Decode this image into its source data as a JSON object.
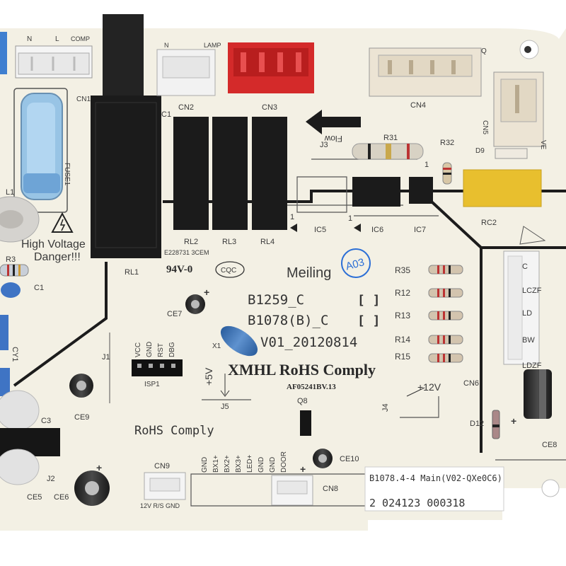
{
  "board": {
    "brand": "Meiling",
    "revision_badge": "A03",
    "part_number_1": "B1259_C",
    "part_number_2": "B1078(B)_C",
    "version": "V01_20120814",
    "compliance": "XMHL RoHS Comply",
    "pcb_code": "AF05241BV.13",
    "rohs_text": "RoHS Comply",
    "flame_rating": "94V-0",
    "cert_mark": "CQC",
    "relay_cert": "E228731 3CEM",
    "warning": [
      "High Voltage",
      "Danger!!!"
    ],
    "flow_label": "Flow",
    "plus5v": "+5V",
    "plus12v": "+12V",
    "sticker_line1": "B1078.4-4 Main(V02-QXe0C6)",
    "sticker_line2": "2 024123 000318"
  },
  "connectors": {
    "cn1_pins": [
      "N",
      "L",
      "COMP"
    ],
    "cn1": "CN1",
    "cn2_pins": [
      "N",
      "LAMP"
    ],
    "cn2": "CN2",
    "cn3": "CN3",
    "cn4": "CN4",
    "cn4_pin": "Q",
    "cn5": "CN5",
    "cn5_side": "VE",
    "cn6": "CN6",
    "cn6_pins": [
      "C",
      "LCZF",
      "LD",
      "BW",
      "LDZF"
    ],
    "cn8": "CN8",
    "cn8_pins": [
      "GND",
      "BX1+",
      "BX2+",
      "BX3+",
      "LED+",
      "GND",
      "GND",
      "DOOR"
    ],
    "cn9": "CN9",
    "cn9_pins": "12V R/S GND",
    "isp": "ISP1",
    "isp_pins": [
      "VCC",
      "GND",
      "RST",
      "DBG"
    ]
  },
  "components": {
    "relays": [
      "RL1",
      "RL2",
      "RL3",
      "RL4"
    ],
    "ics": [
      "IC5",
      "IC6",
      "IC7"
    ],
    "resistors": [
      "R35",
      "R12",
      "R13",
      "R14",
      "R15"
    ],
    "r31": "R31",
    "r32": "R32",
    "r3": "R3",
    "rc2": "RC2",
    "d9": "D9",
    "d12": "D12",
    "q8": "Q8",
    "x1": "X1",
    "j1": "J1",
    "j2": "J2",
    "j3": "J3",
    "j4": "J4",
    "j5": "J5",
    "fuse": "FUSE1",
    "l1": "L1",
    "c1": "C1",
    "c1b": "C1",
    "c3": "C3",
    "cy1": "CY1",
    "ce5": "CE5",
    "ce6": "CE6",
    "ce7": "CE7",
    "ce8": "CE8",
    "ce9": "CE9",
    "ce10": "CE10",
    "pin1": "1"
  },
  "colors": {
    "pcb": "#f3f0e4",
    "trace": "#1c1c1c",
    "relay": "#1b1b1b",
    "red_connector": "#d42a2a",
    "yellow_cap": "#e8bf2e",
    "fuse_blue": "#8fc0e6",
    "badge_blue": "#2c6fd6"
  }
}
